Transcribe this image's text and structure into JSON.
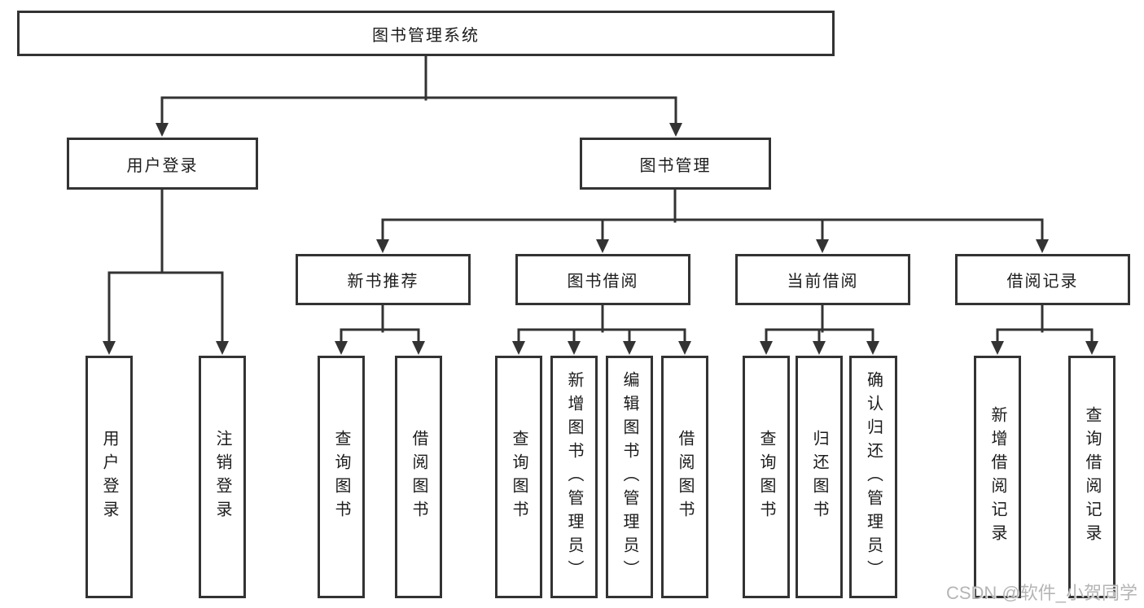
{
  "diagram": {
    "type": "hierarchy-tree",
    "colors": {
      "line": "#333333",
      "box_border": "#333333",
      "text": "#1c1c1c",
      "background": "#ffffff",
      "watermark": "#b5b5b5"
    }
  },
  "tree": {
    "root": {
      "label": "图书管理系统",
      "children": [
        {
          "label": "用户登录",
          "children": [
            {
              "label": "用户登录"
            },
            {
              "label": "注销登录"
            }
          ]
        },
        {
          "label": "图书管理",
          "children": [
            {
              "label": "新书推荐",
              "children": [
                {
                  "label": "查询图书"
                },
                {
                  "label": "借阅图书"
                }
              ]
            },
            {
              "label": "图书借阅",
              "children": [
                {
                  "label": "查询图书"
                },
                {
                  "label": "新增图书（管理员）"
                },
                {
                  "label": "编辑图书（管理员）"
                },
                {
                  "label": "借阅图书"
                }
              ]
            },
            {
              "label": "当前借阅",
              "children": [
                {
                  "label": "查询图书"
                },
                {
                  "label": "归还图书"
                },
                {
                  "label": "确认归还（管理员）"
                }
              ]
            },
            {
              "label": "借阅记录",
              "children": [
                {
                  "label": "新增借阅记录"
                },
                {
                  "label": "查询借阅记录"
                }
              ]
            }
          ]
        }
      ]
    }
  },
  "watermark": {
    "text": "CSDN @软件_小贺同学"
  }
}
